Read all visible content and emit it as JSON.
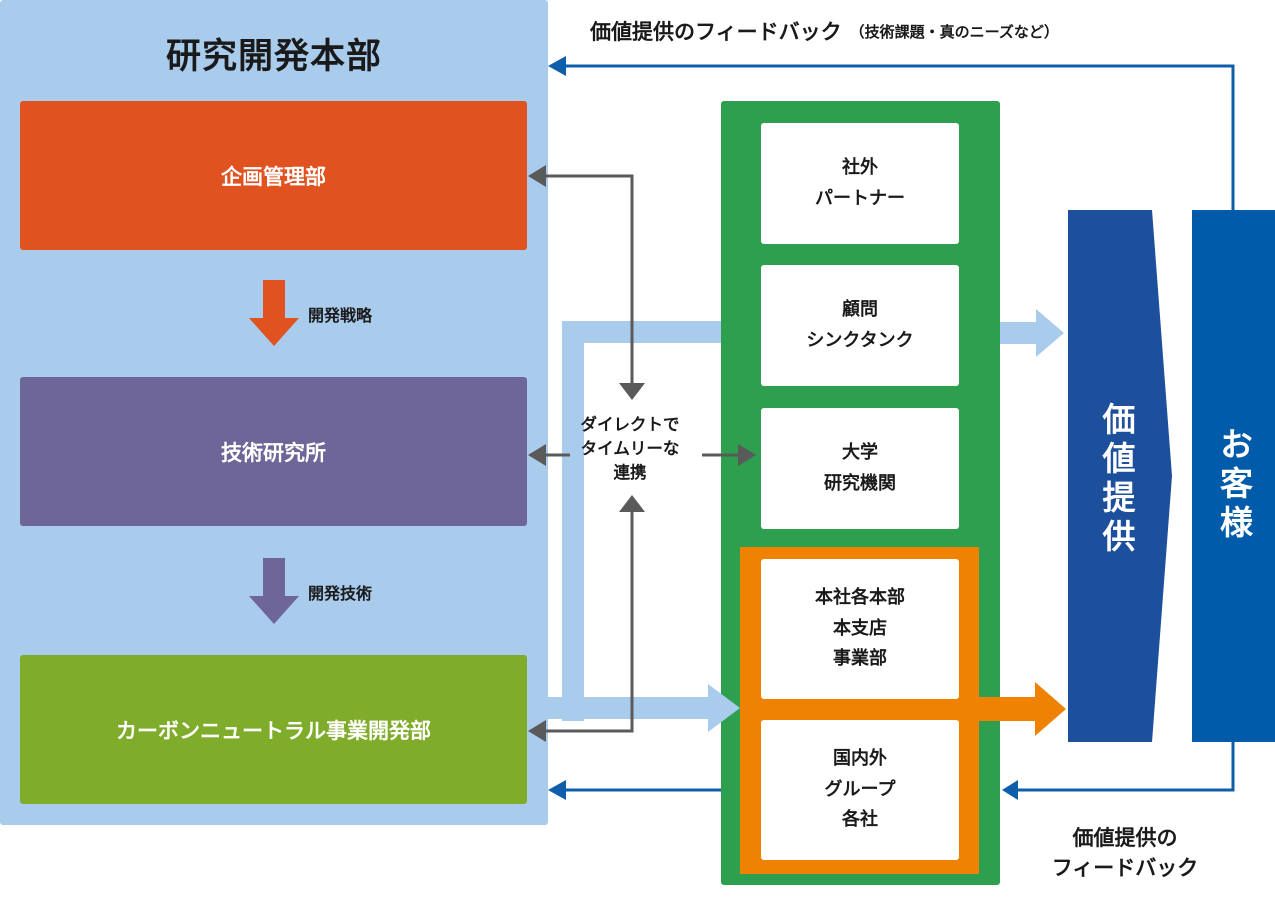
{
  "hq": {
    "title": "研究開発本部",
    "planning": "企画管理部",
    "strategy_label": "開発戦略",
    "tech_institute": "技術研究所",
    "technology_label": "開発技術",
    "cn_division": "カーボンニュートラル事業開発部"
  },
  "direct": {
    "line1": "ダイレクトで",
    "line2": "タイムリーな",
    "line3": "連携"
  },
  "partners": [
    {
      "line1": "社外",
      "line2": "パートナー"
    },
    {
      "line1": "顧問",
      "line2": "シンクタンク"
    },
    {
      "line1": "大学",
      "line2": "研究機関"
    }
  ],
  "internal": [
    {
      "line1": "本社各本部",
      "line2": "本支店",
      "line3": "事業部"
    },
    {
      "line1": "国内外",
      "line2": "グループ",
      "line3": "各社"
    }
  ],
  "value": "価値提供",
  "customer": "お客様",
  "feedback_top": {
    "main": "価値提供のフィードバック",
    "note": "（技術課題・真のニーズなど）"
  },
  "feedback_bottom": {
    "line1": "価値提供の",
    "line2": "フィードバック"
  },
  "colors": {
    "hq_bg": "#a9cbec",
    "planning": "#e05321",
    "tech": "#6e6698",
    "carbon_neutral": "#7fac2a",
    "partner_green": "#2e9e4f",
    "internal_orange": "#ef8200",
    "value_blue": "#1c4f9c",
    "customer_blue": "#005baa",
    "feedback_line": "#0f5eab",
    "link_gray": "#5a5a5a",
    "light_arrow": "#a9cbec"
  }
}
